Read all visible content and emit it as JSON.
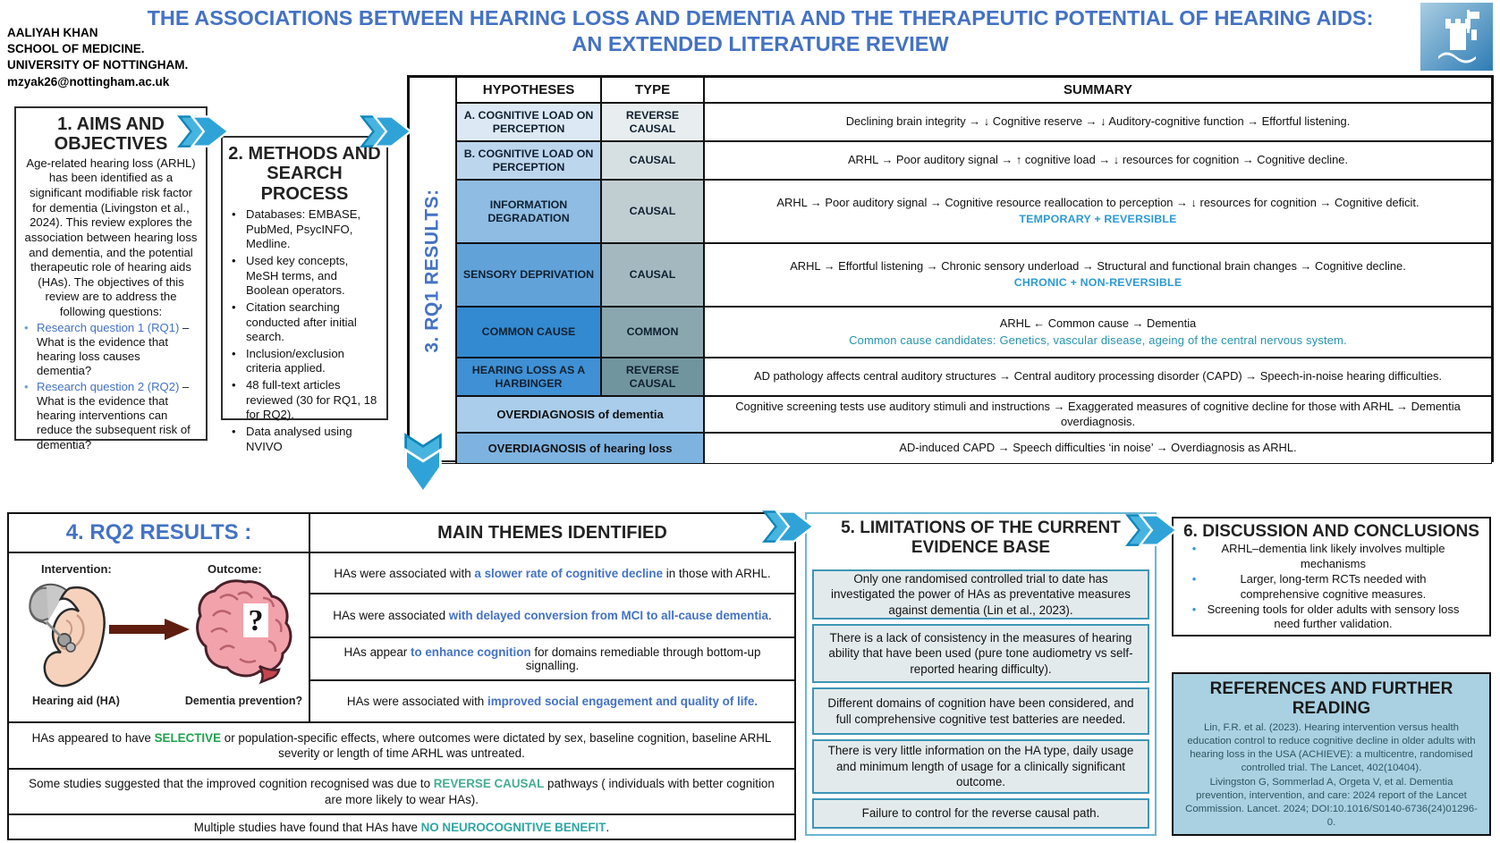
{
  "colors": {
    "title_blue": "#4472c4",
    "arrow_blue": "#2fa3d7",
    "note_blue": "#2e9ad2",
    "note_teal": "#2793ad",
    "green": "#1fa24e",
    "teal_green": "#44ad92",
    "teal": "#2fa6a2",
    "reference_bg": "#a9d1e2"
  },
  "header": {
    "author_line1": "AALIYAH KHAN",
    "author_line2": "SCHOOL OF MEDICINE.",
    "author_line3": "UNIVERSITY OF NOTTINGHAM.",
    "author_line4": "mzyak26@nottingham.ac.uk",
    "title_line1": "THE ASSOCIATIONS BETWEEN HEARING LOSS AND DEMENTIA AND THE THERAPEUTIC POTENTIAL OF HEARING AIDS:",
    "title_line2": "AN EXTENDED LITERATURE REVIEW",
    "logo_name": "university-of-nottingham-castle-logo"
  },
  "aims": {
    "title": "1. AIMS AND OBJECTIVES",
    "body": "Age-related hearing loss (ARHL) has been identified as a significant modifiable risk factor for dementia (Livingston et al., 2024). This review explores the association between hearing loss and dementia, and the potential therapeutic role of hearing aids (HAs). The objectives of this review are to address the following questions:",
    "bullets": [
      {
        "hl": "Research question 1 (RQ1)",
        "rest": " – What is the evidence that hearing loss causes dementia?"
      },
      {
        "hl": "Research question 2 (RQ2)",
        "rest": " – What is the evidence that hearing interventions can reduce the subsequent risk of dementia?"
      }
    ]
  },
  "methods": {
    "title": "2. METHODS AND SEARCH PROCESS",
    "bullets": [
      "Databases: EMBASE, PubMed, PsycINFO, Medline.",
      "Used key concepts, MeSH terms, and Boolean operators.",
      "Citation searching conducted after initial search.",
      "Inclusion/exclusion criteria applied.",
      "48 full-text articles reviewed (30 for RQ1, 18 for RQ2).",
      "Data analysed using NVIVO"
    ]
  },
  "rq1": {
    "side_label": "3. RQ1 RESULTS:",
    "col_hypotheses": "HYPOTHESES",
    "col_type": "TYPE",
    "col_summary": "SUMMARY",
    "rows": [
      {
        "hyp": "A. COGNITIVE LOAD ON PERCEPTION",
        "type": "REVERSE CAUSAL",
        "summary": "Declining brain integrity → ↓ Cognitive reserve → ↓ Auditory-cognitive function → Effortful listening.",
        "note": "",
        "note_color": "",
        "hyp_bg": "#dce9f5",
        "type_bg": "#e8eeef"
      },
      {
        "hyp": "B. COGNITIVE LOAD ON PERCEPTION",
        "type": "CAUSAL",
        "summary": "ARHL → Poor auditory signal → ↑ cognitive load → ↓ resources for cognition → Cognitive decline.",
        "note": "",
        "note_color": "",
        "hyp_bg": "#bcd6ee",
        "type_bg": "#d6e0e2"
      },
      {
        "hyp": "INFORMATION DEGRADATION",
        "type": "CAUSAL",
        "summary": "ARHL → Poor auditory signal → Cognitive resource reallocation to perception → ↓ resources for cognition → Cognitive deficit.",
        "note": "TEMPORARY + REVERSIBLE",
        "note_color": "#2e9ad2",
        "hyp_bg": "#8ebce3",
        "type_bg": "#c0ced2"
      },
      {
        "hyp": "SENSORY DEPRIVATION",
        "type": "CAUSAL",
        "summary": "ARHL → Effortful listening → Chronic sensory underload → Structural and functional brain changes → Cognitive decline.",
        "note": "CHRONIC + NON-REVERSIBLE",
        "note_color": "#2e9ad2",
        "hyp_bg": "#61a2d9",
        "type_bg": "#a4b9bf"
      },
      {
        "hyp": "COMMON CAUSE",
        "type": "COMMON",
        "summary": "ARHL ← Common cause → Dementia",
        "note": "Common cause candidates: Genetics, vascular disease, ageing of the central nervous system.",
        "note_color": "#2793ad",
        "hyp_bg": "#338ad1",
        "type_bg": "#8aa7af"
      },
      {
        "hyp": "HEARING LOSS AS A HARBINGER",
        "type": "REVERSE CAUSAL",
        "summary": "AD pathology affects central auditory structures → Central auditory processing disorder (CAPD) → Speech-in-noise hearing difficulties.",
        "note": "",
        "note_color": "",
        "hyp_bg": "#3f90d4",
        "type_bg": "#71959f"
      },
      {
        "hyp": "OVERDIAGNOSIS  of dementia",
        "type": "",
        "summary": "Cognitive screening tests use auditory stimuli and instructions → Exaggerated measures of cognitive decline for those with ARHL → Dementia overdiagnosis.",
        "note": "",
        "note_color": "",
        "hyp_bg": "#a9cdea",
        "type_bg": ""
      },
      {
        "hyp": "OVERDIAGNOSIS of hearing loss",
        "type": "",
        "summary": "AD-induced CAPD → Speech difficulties ‘in noise’ → Overdiagnosis as ARHL.",
        "note": "",
        "note_color": "",
        "hyp_bg": "#7eb3e0",
        "type_bg": ""
      }
    ]
  },
  "rq2": {
    "title": "4. RQ2 RESULTS :",
    "intervention_label": "Intervention:",
    "outcome_label": "Outcome:",
    "hearing_aid_caption": "Hearing aid (HA)",
    "dementia_caption": "Dementia prevention?",
    "question_mark": "?"
  },
  "themes": {
    "title": "MAIN THEMES IDENTIFIED",
    "items": [
      {
        "pre": "HAs were associated with ",
        "hl": "a slower rate of cognitive decline",
        "post": " in those with ARHL."
      },
      {
        "pre": "HAs were associated ",
        "hl": "with delayed conversion from MCI to all-cause dementia",
        "post": "."
      },
      {
        "pre": "HAs appear ",
        "hl": "to enhance cognition",
        "post": " for domains remediable through bottom-up signalling."
      },
      {
        "pre": "HAs were associated with ",
        "hl": "improved social engagement and quality of life.",
        "post": ""
      }
    ]
  },
  "findings": [
    {
      "pre": "HAs appeared to have ",
      "hl": "SELECTIVE",
      "post": " or population-specific effects, where outcomes were dictated by sex, baseline cognition, baseline ARHL severity or length of time ARHL was untreated.",
      "hl_color": "#1fa24e"
    },
    {
      "pre": "Some studies suggested that the improved cognition recognised was due to ",
      "hl": "REVERSE CAUSAL",
      "post": " pathways ( individuals with better cognition are more likely to wear HAs).",
      "hl_color": "#44ad92"
    },
    {
      "pre": "Multiple studies have found that HAs have ",
      "hl": "NO NEUROCOGNITIVE BENEFIT",
      "post": ".",
      "hl_color": "#2fa6a2"
    }
  ],
  "limitations": {
    "title": "5. LIMITATIONS OF THE CURRENT EVIDENCE BASE",
    "items": [
      "Only one randomised controlled trial to date has investigated the power of HAs as preventative measures against dementia (Lin et al., 2023).",
      "There is a lack of consistency in the measures of hearing ability that have been used (pure tone audiometry vs self-reported hearing difficulty).",
      "Different domains of cognition have been considered, and full comprehensive cognitive test batteries are needed.",
      "There is very little information on the HA type, daily usage and minimum length of usage for a clinically significant outcome.",
      "Failure to control for the reverse causal path."
    ]
  },
  "discussion": {
    "title": "6. DISCUSSION AND CONCLUSIONS",
    "bullets": [
      "ARHL–dementia link likely involves multiple mechanisms",
      "Larger, long-term RCTs needed with comprehensive cognitive measures.",
      "Screening tools for older adults with sensory loss need further validation."
    ]
  },
  "references": {
    "title": "REFERENCES AND FURTHER READING",
    "refs": [
      "Lin, F.R. et al. (2023). Hearing intervention versus health education control to reduce cognitive decline in older adults with hearing loss in the USA (ACHIEVE): a multicentre, randomised controlled trial. The Lancet, 402(10404).",
      "Livingston G, Sommerlad A, Orgeta V, et al. Dementia prevention, intervention, and care: 2024 report of the Lancet Commission. Lancet. 2024; DOI:10.1016/S0140-6736(24)01296-0."
    ]
  }
}
